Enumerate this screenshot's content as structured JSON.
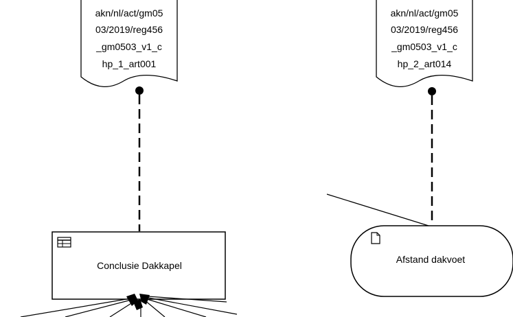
{
  "documents": [
    {
      "lines": [
        "akn/nl/act/gm05",
        "03/2019/reg456",
        "_gm0503_v1_c",
        "hp_1_art001"
      ]
    },
    {
      "lines": [
        "akn/nl/act/gm05",
        "03/2019/reg456",
        "_gm0503_v1_c",
        "hp_2_art014"
      ]
    }
  ],
  "nodes": {
    "conclusie": {
      "label": "Conclusie Dakkapel",
      "icon": "table-icon"
    },
    "afstand": {
      "label": "Afstand dakvoet",
      "icon": "document-icon"
    }
  },
  "colors": {
    "stroke": "#000000",
    "background": "#ffffff"
  }
}
